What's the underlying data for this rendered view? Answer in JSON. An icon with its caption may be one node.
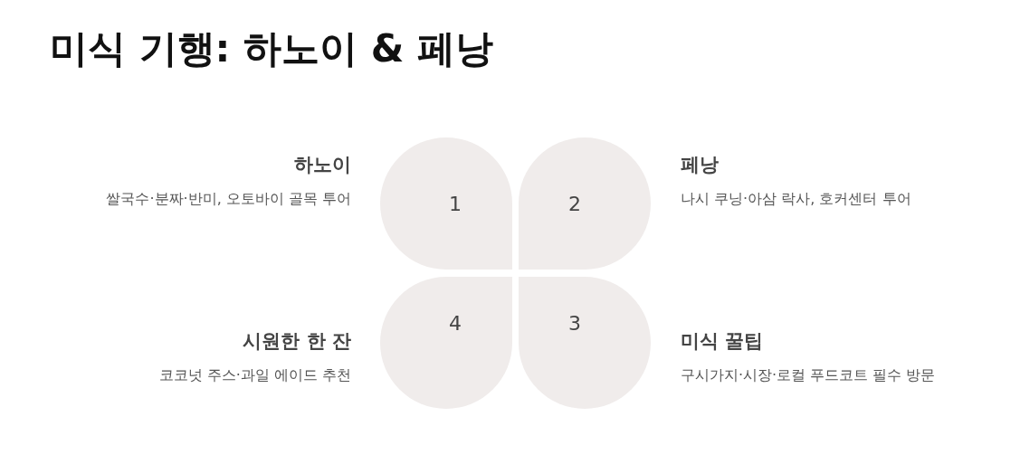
{
  "diagram": {
    "title": "미식 기행: 하노이 & 페낭",
    "nodes": [
      {
        "text": [
          "1"
        ],
        "beside": [
          "하노이",
          "쌀국수·분짜·반미, 오토바이 골목 투어"
        ]
      },
      {
        "text": [
          "2"
        ],
        "beside": [
          "페낭",
          "나시 쿠닝·아삼 락사, 호커센터 투어"
        ]
      },
      {
        "text": [
          "4"
        ],
        "beside": [
          "시원한 한 잔",
          "코코넛 주스·과일 에이드 추천"
        ]
      },
      {
        "text": [
          "3"
        ],
        "beside": [
          "미식 꿀팁",
          "구시가지·시장·로컬 푸드코트 필수 방문"
        ]
      }
    ]
  }
}
